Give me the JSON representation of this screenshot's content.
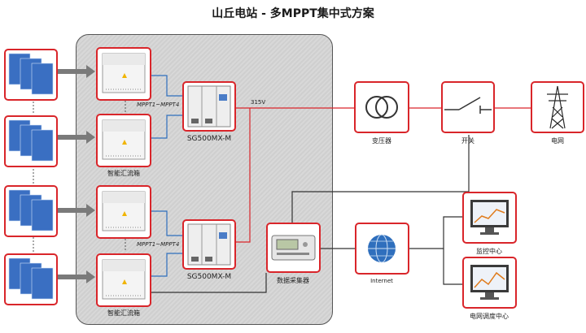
{
  "title": "山丘电站 - 多MPPT集中式方案",
  "labels": {
    "mppt_1": "MPPT1~MPPT4",
    "mppt_2": "MPPT1~MPPT4",
    "combiner_1": "智能汇流箱",
    "combiner_2": "智能汇流箱",
    "inverter_1": "SG500MX-M",
    "inverter_2": "SG500MX-M",
    "voltage": "315V",
    "transformer": "变压器",
    "switch": "开关",
    "grid": "电网",
    "datalogger": "数据采集器",
    "internet": "Internet",
    "monitor_center": "监控中心",
    "dispatch_center": "电网调度中心"
  },
  "colors": {
    "box_border": "#d9252a",
    "power_line": "#d9252a",
    "dc_line": "#2f6fbd",
    "comm_line": "#333333",
    "arrow": "#7a7a7a",
    "panel": "#3a6fc2"
  }
}
